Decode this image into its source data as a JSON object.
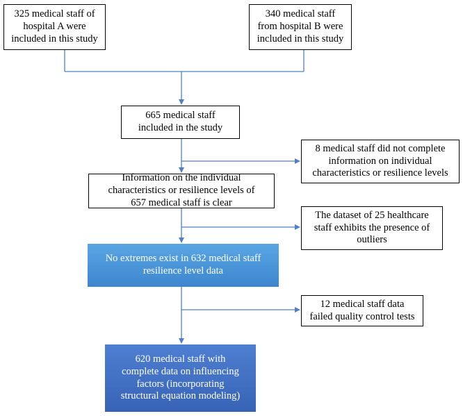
{
  "flowchart": {
    "hospital_a": "325 medical staff of\nhospital A were\nincluded in this study",
    "hospital_b": "340 medical staff\nfrom hospital B were\nincluded in this study",
    "included": "665 medical staff\nincluded in the study",
    "excluded_incomplete": "8 medical staff did not complete\ninformation on individual\ncharacteristics or resilience levels",
    "clear_info": "Information on the individual\ncharacteristics or resilience levels of\n657 medical staff is clear",
    "excluded_outliers": "The dataset of 25 healthcare\nstaff exhibits the presence of\noutliers",
    "no_extremes": "No extremes exist in 632 medical staff\nresilience level data",
    "excluded_qc": "12 medical staff data\nfailed quality control tests",
    "final": "620 medical staff with\ncomplete data on influencing\nfactors (incorporating\nstructural equation modeling)"
  },
  "colors": {
    "arrow": "#4f7fc4",
    "blue_box": "#4a97dc",
    "final_box": "#4471c4"
  }
}
